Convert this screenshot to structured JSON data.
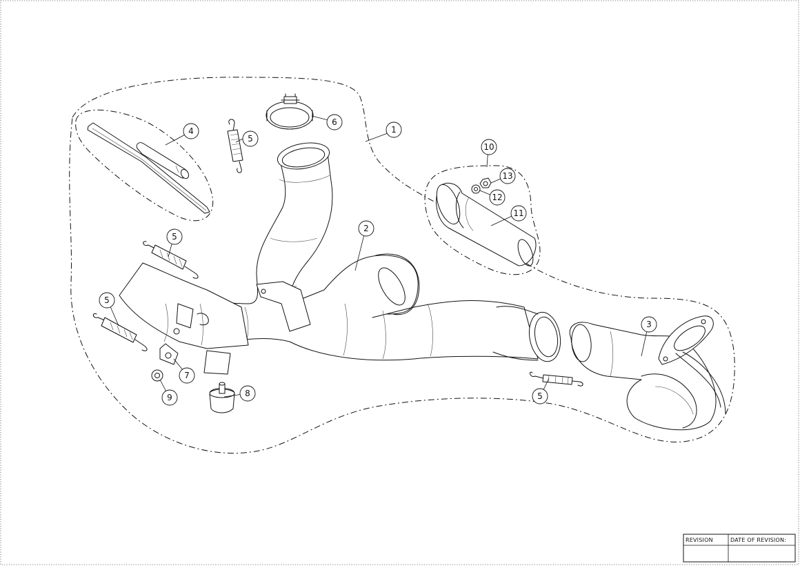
{
  "callouts": [
    {
      "id": "c1",
      "label": "1"
    },
    {
      "id": "c2",
      "label": "2"
    },
    {
      "id": "c3",
      "label": "3"
    },
    {
      "id": "c4",
      "label": "4"
    },
    {
      "id": "c5a",
      "label": "5"
    },
    {
      "id": "c5b",
      "label": "5"
    },
    {
      "id": "c5c",
      "label": "5"
    },
    {
      "id": "c5d",
      "label": "5"
    },
    {
      "id": "c6",
      "label": "6"
    },
    {
      "id": "c7",
      "label": "7"
    },
    {
      "id": "c8",
      "label": "8"
    },
    {
      "id": "c9",
      "label": "9"
    },
    {
      "id": "c10",
      "label": "10"
    },
    {
      "id": "c11",
      "label": "11"
    },
    {
      "id": "c12",
      "label": "12"
    },
    {
      "id": "c13",
      "label": "13"
    }
  ],
  "title_block": {
    "revision_label": "REVISION",
    "date_label": "DATE OF REVISION:"
  }
}
